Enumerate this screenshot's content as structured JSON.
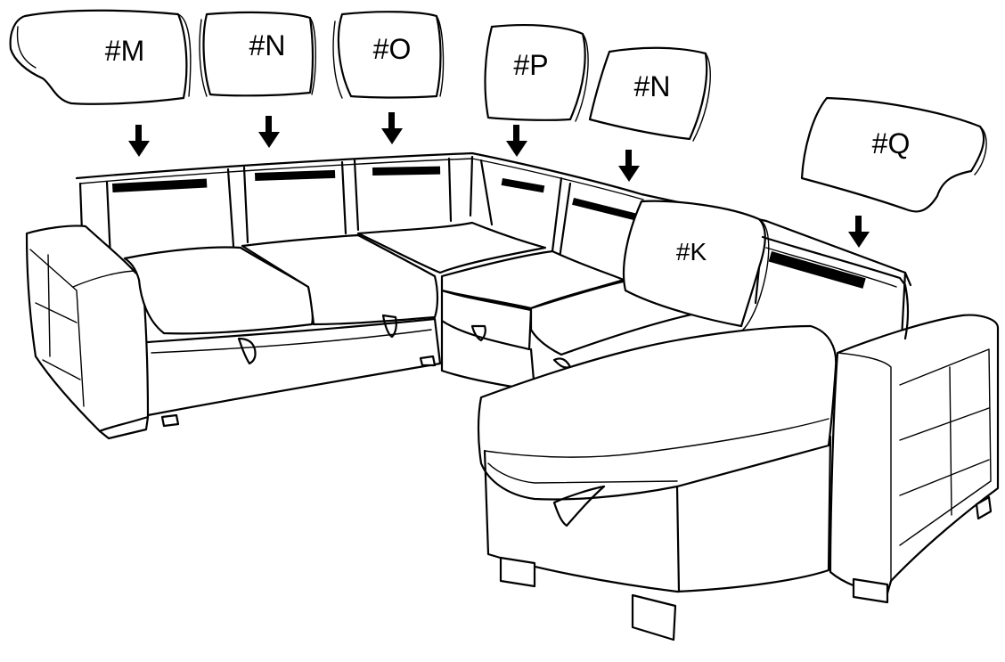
{
  "labels": {
    "cushion_m": "#M",
    "cushion_n_1": "#N",
    "cushion_o": "#O",
    "cushion_p": "#P",
    "cushion_n_2": "#N",
    "cushion_q": "#Q",
    "cushion_k": "#K"
  },
  "colors": {
    "line": "#000000",
    "background": "#ffffff"
  },
  "icons": {
    "arrow": "arrow-down-icon"
  }
}
